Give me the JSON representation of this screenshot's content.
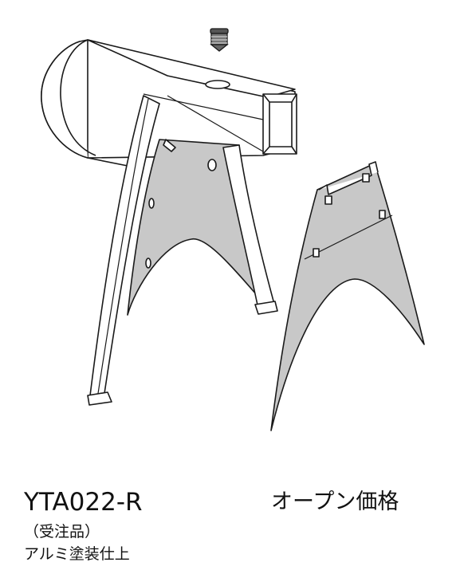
{
  "product": {
    "model": "YTA022-R",
    "order_note": "（受注品）",
    "finish": "アルミ塗装仕上",
    "price": "オープン価格"
  },
  "illustration": {
    "parts": [
      "screw-icon",
      "crossbar-tube",
      "stand-frame-assembled",
      "stand-panel-detached"
    ],
    "panel_fill": "#c8c8c8",
    "line_color": "#1a1a1a"
  }
}
